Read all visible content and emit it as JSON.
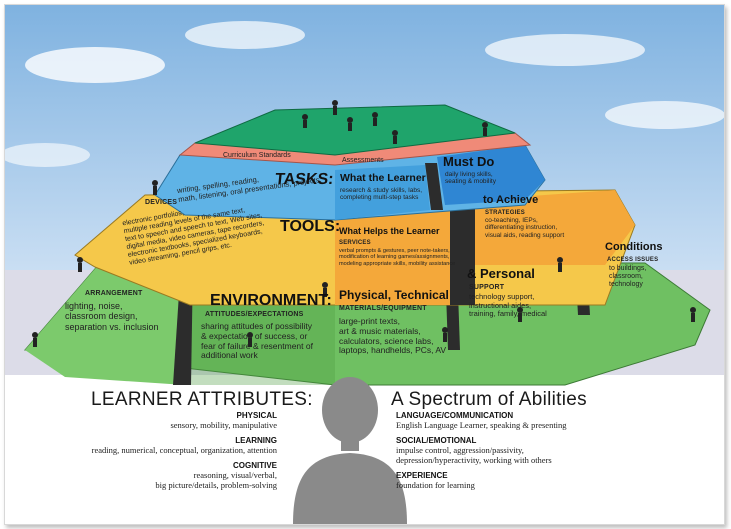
{
  "pyramid": {
    "top_cap": {
      "standards": "Curriculum Standards",
      "assessments": "Assessments"
    },
    "tasks": {
      "title": "TASKS:",
      "items": "writing, spelling, reading,\nmath, listening, oral presentations, projects,",
      "center_title": "What the Learner",
      "center_items": "research & study skills, labs,\ncompleting multi-step tasks",
      "right_title": "Must Do",
      "right_items": "daily living skills,\nseating & mobility"
    },
    "tools": {
      "title": "TOOLS:",
      "sub": "DEVICES",
      "items": "electronic portfolios,\nmultiple reading levels of the same text,\ntext to speech and speech to text, Web sites,\ndigital media, video cameras, tape recorders,\nelectronic textbooks, specialized keyboards,\nvideo streaming, pencil grips, etc.",
      "center_title": "What Helps the Learner",
      "center_sub": "SERVICES",
      "center_items": "verbal prompts & gestures, peer note-takers,\nmodification of learning games/assignments,\nmodeling appropriate skills, mobility assistance",
      "right_title": "to Achieve",
      "right_sub": "STRATEGIES",
      "right_items": "co-teaching, IEPs,\ndifferentiating instruction,\nvisual aids, reading support"
    },
    "environment": {
      "left_sub": "ARRANGEMENT",
      "left_items": "lighting, noise,\nclassroom design,\nseparation vs. inclusion",
      "title": "ENVIRONMENT:",
      "sub": "ATTITUDES/EXPECTATIONS",
      "items": "sharing attitudes of possibility\n& expectation of success, or\nfear of failure & resentment of\nadditional work",
      "center_title": "Physical, Technical",
      "center_sub": "MATERIALS/EQUIPMENT",
      "center_items": "large-print texts,\nart & music materials,\ncalculators, science labs,\nlaptops, handhelds, PCs, AV",
      "right_title": "& Personal",
      "right_sub": "SUPPORT",
      "right_items": "technology support,\ninstructional aides,\ntraining, family, medical",
      "far_title": "Conditions",
      "far_sub": "ACCESS ISSUES",
      "far_items": "to buildings,\nclassroom,\ntechnology"
    }
  },
  "attributes": {
    "title_left": "LEARNER ATTRIBUTES:",
    "title_right": "A Spectrum of Abilities",
    "left": [
      {
        "heading": "PHYSICAL",
        "detail": "sensory, mobility, manipulative"
      },
      {
        "heading": "LEARNING",
        "detail": "reading, numerical, conceptual, organization, attention"
      },
      {
        "heading": "COGNITIVE",
        "detail": "reasoning, visual/verbal,\nbig picture/details, problem-solving"
      }
    ],
    "right": [
      {
        "heading": "LANGUAGE/COMMUNICATION",
        "detail": "English Language Learner, speaking & presenting"
      },
      {
        "heading": "SOCIAL/EMOTIONAL",
        "detail": "impulse control, aggression/passivity,\ndepression/hyperactivity, working with others"
      },
      {
        "heading": "EXPERIENCE",
        "detail": "foundation for learning"
      }
    ]
  },
  "colors": {
    "sky": "#9ec4e8",
    "floor": "#dcdce8",
    "tasks_tier": "#5fb3e6",
    "tools_tier": "#f5c84a",
    "environment_tier": "#6fc062",
    "cap_top": "#1fa46b",
    "cap_band": "#f08a78",
    "silhouette": "#8a8a8a"
  }
}
